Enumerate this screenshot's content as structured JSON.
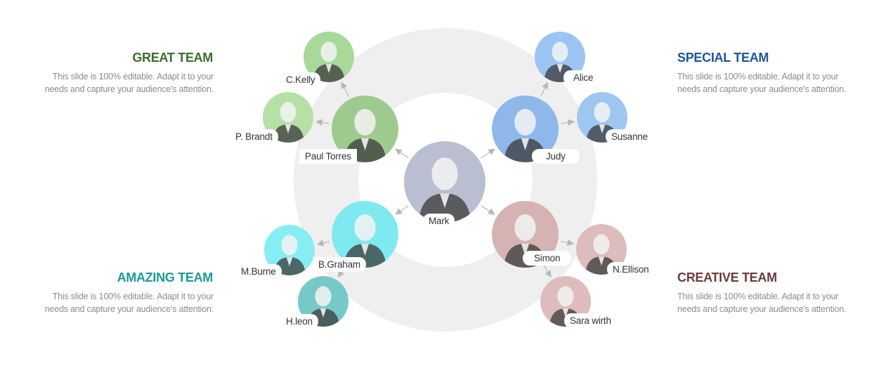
{
  "teams": {
    "great": {
      "title": "GREAT TEAM",
      "color": "#3d6b2e",
      "desc": "This slide is 100% editable. Adapt it to your needs and capture your audience's attention."
    },
    "special": {
      "title": "SPECIAL TEAM",
      "color": "#1f5599",
      "desc": "This slide is 100% editable. Adapt it to your needs and capture your audience's attention."
    },
    "amazing": {
      "title": "AMAZING TEAM",
      "color": "#1a9a9a",
      "desc": "This slide is 100% editable. Adapt it to your needs and capture your audience's attention."
    },
    "creative": {
      "title": "CREATIVE TEAM",
      "color": "#6b3c3c",
      "desc": "This slide is 100% editable. Adapt it to your needs and capture your audience's attention."
    }
  },
  "people": {
    "mark": {
      "name": "Mark",
      "tint": "#b9bfd0"
    },
    "paul": {
      "name": "Paul Torres",
      "tint": "#9fca8e"
    },
    "ckelly": {
      "name": "C.Kelly",
      "tint": "#a8d99a"
    },
    "pbrandt": {
      "name": "P. Brandt",
      "tint": "#b5e0a6"
    },
    "judy": {
      "name": "Judy",
      "tint": "#8fb8ea"
    },
    "alice": {
      "name": "Alice",
      "tint": "#9cc4f2"
    },
    "susanne": {
      "name": "Susanne",
      "tint": "#9fc6f0"
    },
    "bgraham": {
      "name": "B.Graham",
      "tint": "#7eeaf0"
    },
    "mburne": {
      "name": "M.Burne",
      "tint": "#86eef2"
    },
    "hleon": {
      "name": "H.leon",
      "tint": "#77c9c8"
    },
    "simon": {
      "name": "Simon",
      "tint": "#d5b3b3"
    },
    "nellison": {
      "name": "N.Ellison",
      "tint": "#dcbcbc"
    },
    "sarawirth": {
      "name": "Sara wirth",
      "tint": "#dcbcbc"
    }
  },
  "colors": {
    "ring": "#efefef",
    "connector": "#b8b8b8",
    "silhouette_light": "#f3f3f3",
    "silhouette_dark": "#3a3a3a"
  }
}
